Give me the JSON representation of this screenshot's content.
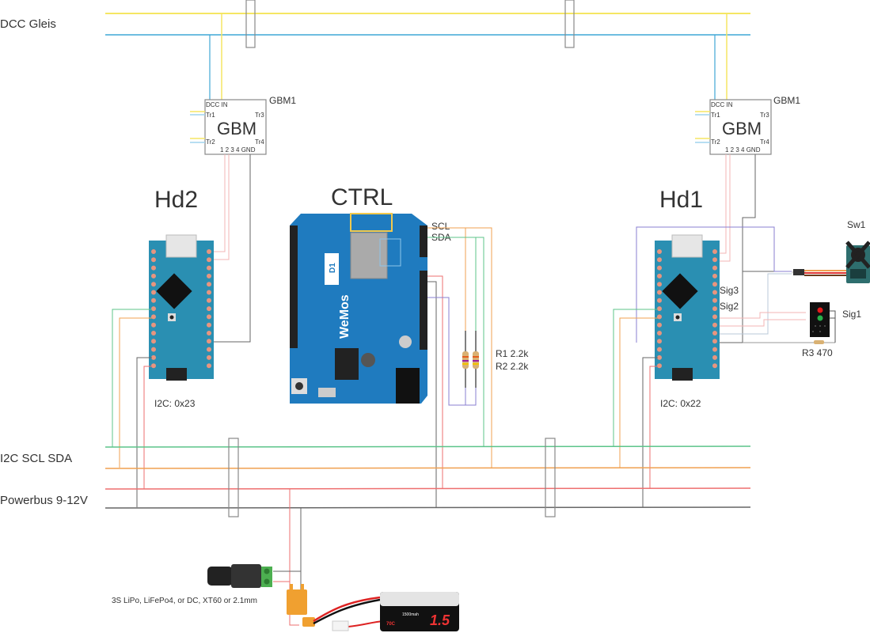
{
  "labels": {
    "dcc_track": "DCC Gleis",
    "i2c_bus": "I2C SCL SDA",
    "power_bus": "Powerbus 9-12V",
    "controller_title": "CTRL",
    "hd2_title": "Hd2",
    "hd1_title": "Hd1",
    "hd2_address": "I2C: 0x23",
    "hd1_address": "I2C: 0x22",
    "scl_pin": "SCL",
    "sda_pin": "SDA",
    "r1": "R1 2.2k",
    "r2": "R2 2.2k",
    "r3": "R3 470",
    "sw1": "Sw1",
    "sig1": "Sig1",
    "sig2": "Sig2",
    "sig3": "Sig3",
    "power_source": "3S LiPo, LiFePo4, or DC, XT60 or 2.1mm"
  },
  "gbm_left": {
    "name": "GBM1",
    "title": "GBM",
    "dcc_in": "DCC IN",
    "tr1": "Tr1",
    "tr2": "Tr2",
    "tr3": "Tr3",
    "tr4": "Tr4",
    "pins": "1 2 3 4 GND"
  },
  "gbm_right": {
    "name": "GBM1",
    "title": "GBM",
    "dcc_in": "DCC IN",
    "tr1": "Tr1",
    "tr2": "Tr2",
    "tr3": "Tr3",
    "tr4": "Tr4",
    "pins": "1 2 3 4 GND"
  },
  "wemos": {
    "brand": "WeMos",
    "model": "D1"
  },
  "battery": {
    "capacity": "1500mah",
    "rating": "70C",
    "big": "1.5"
  },
  "colors": {
    "dcc_yellow": "#f5e663",
    "dcc_blue": "#3fa7d6",
    "sda_green": "#5cc48a",
    "scl_orange": "#f0a050",
    "power_red": "#ee6f6f",
    "ground_gray": "#666666",
    "pink": "#f3b5b5",
    "purple": "#8a7fd0",
    "board_blue": "#1f7bbf",
    "nano_teal": "#2a8fb2"
  }
}
